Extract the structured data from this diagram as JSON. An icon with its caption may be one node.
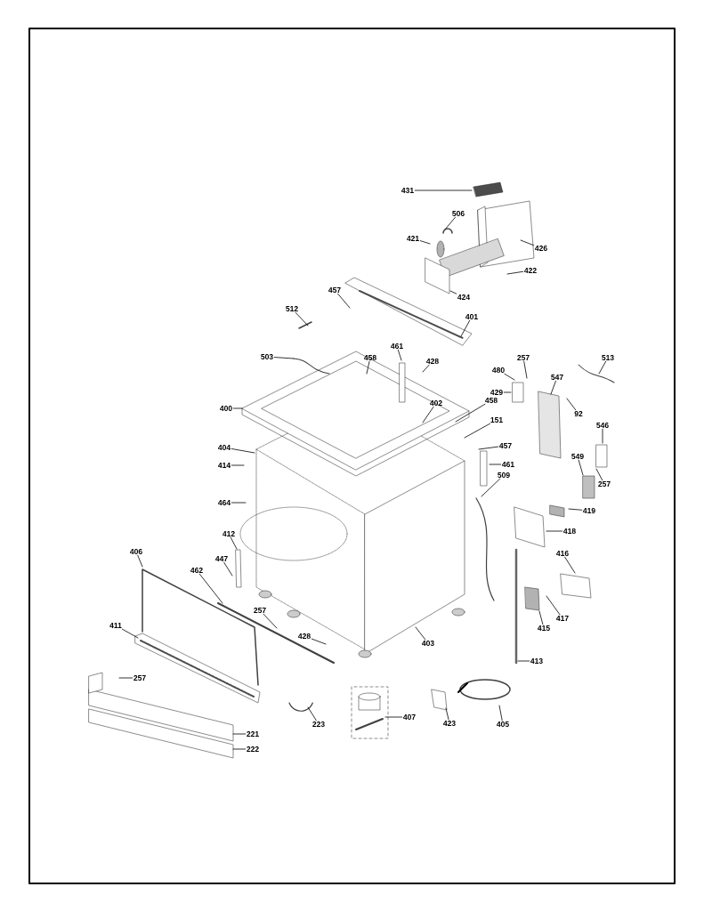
{
  "diagram": {
    "nodes": [
      {
        "text": [
          "431"
        ]
      },
      {
        "text": [
          "506"
        ]
      },
      {
        "text": [
          "421"
        ]
      },
      {
        "text": [
          "426"
        ]
      },
      {
        "text": [
          "422"
        ]
      },
      {
        "text": [
          "424"
        ]
      },
      {
        "text": [
          "457"
        ]
      },
      {
        "text": [
          "401"
        ]
      },
      {
        "text": [
          "512"
        ]
      },
      {
        "text": [
          "503"
        ]
      },
      {
        "text": [
          "461"
        ]
      },
      {
        "text": [
          "458"
        ]
      },
      {
        "text": [
          "428"
        ]
      },
      {
        "text": [
          "257"
        ]
      },
      {
        "text": [
          "480"
        ]
      },
      {
        "text": [
          "429"
        ]
      },
      {
        "text": [
          "513"
        ]
      },
      {
        "text": [
          "547"
        ]
      },
      {
        "text": [
          "92"
        ]
      },
      {
        "text": [
          "400"
        ]
      },
      {
        "text": [
          "402"
        ]
      },
      {
        "text": [
          "458"
        ]
      },
      {
        "text": [
          "151"
        ]
      },
      {
        "text": [
          "457"
        ]
      },
      {
        "text": [
          "404"
        ]
      },
      {
        "text": [
          "414"
        ]
      },
      {
        "text": [
          "461"
        ]
      },
      {
        "text": [
          "509"
        ]
      },
      {
        "text": [
          "549"
        ]
      },
      {
        "text": [
          "546"
        ]
      },
      {
        "text": [
          "257"
        ]
      },
      {
        "text": [
          "464"
        ]
      },
      {
        "text": [
          "419"
        ]
      },
      {
        "text": [
          "418"
        ]
      },
      {
        "text": [
          "412"
        ]
      },
      {
        "text": [
          "447"
        ]
      },
      {
        "text": [
          "406"
        ]
      },
      {
        "text": [
          "416"
        ]
      },
      {
        "text": [
          "462"
        ]
      },
      {
        "text": [
          "417"
        ]
      },
      {
        "text": [
          "415"
        ]
      },
      {
        "text": [
          "257"
        ]
      },
      {
        "text": [
          "411"
        ]
      },
      {
        "text": [
          "428"
        ]
      },
      {
        "text": [
          "403"
        ]
      },
      {
        "text": [
          "413"
        ]
      },
      {
        "text": [
          "257"
        ]
      },
      {
        "text": [
          "223"
        ]
      },
      {
        "text": [
          "407"
        ]
      },
      {
        "text": [
          "423"
        ]
      },
      {
        "text": [
          "405"
        ]
      },
      {
        "text": [
          "221"
        ]
      },
      {
        "text": [
          "222"
        ]
      }
    ],
    "edges": [
      {
        "from": 0,
        "to": null,
        "arrow": "none"
      },
      {
        "from": 1,
        "to": null,
        "arrow": "none"
      },
      {
        "from": 2,
        "to": null,
        "arrow": "none"
      },
      {
        "from": 3,
        "to": null,
        "arrow": "none"
      },
      {
        "from": 4,
        "to": null,
        "arrow": "none"
      },
      {
        "from": 5,
        "to": null,
        "arrow": "none"
      },
      {
        "from": 6,
        "to": null,
        "arrow": "none"
      },
      {
        "from": 7,
        "to": null,
        "arrow": "none"
      },
      {
        "from": 8,
        "to": null,
        "arrow": "none"
      },
      {
        "from": 9,
        "to": null,
        "arrow": "none"
      },
      {
        "from": 10,
        "to": null,
        "arrow": "none"
      },
      {
        "from": 11,
        "to": null,
        "arrow": "none"
      },
      {
        "from": 12,
        "to": null,
        "arrow": "none"
      },
      {
        "from": 13,
        "to": null,
        "arrow": "none"
      },
      {
        "from": 14,
        "to": null,
        "arrow": "none"
      },
      {
        "from": 15,
        "to": null,
        "arrow": "none"
      },
      {
        "from": 16,
        "to": null,
        "arrow": "none"
      },
      {
        "from": 17,
        "to": null,
        "arrow": "none"
      },
      {
        "from": 18,
        "to": null,
        "arrow": "none"
      },
      {
        "from": 19,
        "to": null,
        "arrow": "none"
      },
      {
        "from": 20,
        "to": null,
        "arrow": "none"
      },
      {
        "from": 21,
        "to": null,
        "arrow": "none"
      },
      {
        "from": 22,
        "to": null,
        "arrow": "none"
      },
      {
        "from": 23,
        "to": null,
        "arrow": "none"
      },
      {
        "from": 24,
        "to": null,
        "arrow": "none"
      },
      {
        "from": 25,
        "to": null,
        "arrow": "none"
      },
      {
        "from": 26,
        "to": null,
        "arrow": "none"
      },
      {
        "from": 27,
        "to": null,
        "arrow": "none"
      },
      {
        "from": 28,
        "to": null,
        "arrow": "none"
      },
      {
        "from": 29,
        "to": null,
        "arrow": "none"
      },
      {
        "from": 30,
        "to": null,
        "arrow": "none"
      },
      {
        "from": 31,
        "to": null,
        "arrow": "none"
      },
      {
        "from": 32,
        "to": null,
        "arrow": "none"
      },
      {
        "from": 33,
        "to": null,
        "arrow": "none"
      },
      {
        "from": 34,
        "to": null,
        "arrow": "none"
      },
      {
        "from": 35,
        "to": null,
        "arrow": "none"
      },
      {
        "from": 36,
        "to": null,
        "arrow": "none"
      },
      {
        "from": 37,
        "to": null,
        "arrow": "none"
      },
      {
        "from": 38,
        "to": null,
        "arrow": "none"
      },
      {
        "from": 39,
        "to": null,
        "arrow": "none"
      },
      {
        "from": 40,
        "to": null,
        "arrow": "none"
      },
      {
        "from": 41,
        "to": null,
        "arrow": "none"
      },
      {
        "from": 42,
        "to": null,
        "arrow": "none"
      },
      {
        "from": 43,
        "to": null,
        "arrow": "none"
      },
      {
        "from": 44,
        "to": null,
        "arrow": "none"
      },
      {
        "from": 45,
        "to": null,
        "arrow": "none"
      },
      {
        "from": 46,
        "to": null,
        "arrow": "none"
      },
      {
        "from": 47,
        "to": null,
        "arrow": "none"
      },
      {
        "from": 48,
        "to": null,
        "arrow": "none"
      },
      {
        "from": 49,
        "to": null,
        "arrow": "none"
      },
      {
        "from": 50,
        "to": null,
        "arrow": "none"
      },
      {
        "from": 51,
        "to": null,
        "arrow": "none"
      },
      {
        "from": 52,
        "to": null,
        "arrow": "none"
      }
    ]
  }
}
